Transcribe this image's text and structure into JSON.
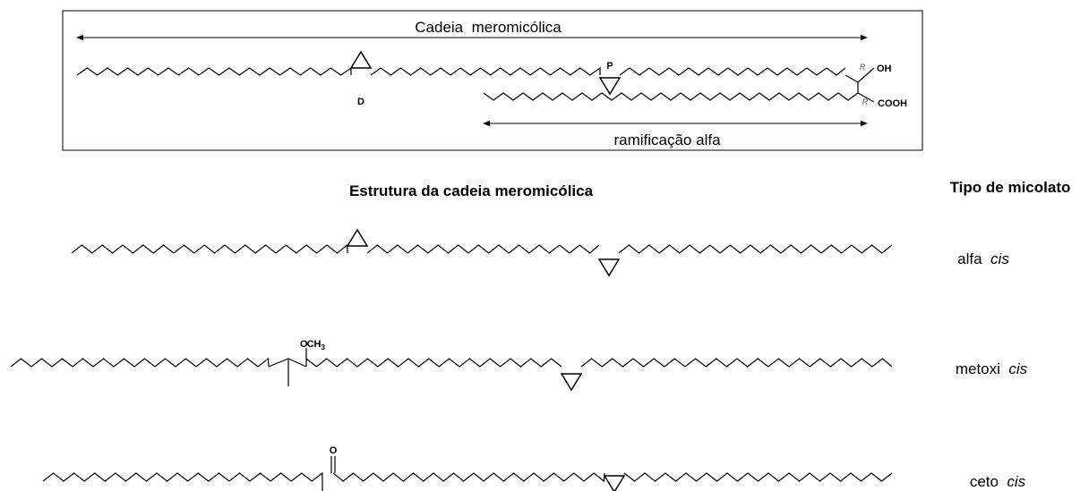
{
  "top_panel": {
    "meromycolic_chain_label": "Cadeia  meromicólica",
    "alpha_branch_label": "ramificação alfa",
    "distal_label": "D",
    "proximal_label": "P",
    "stereo_upper": "R",
    "stereo_lower": "R",
    "hydroxyl_group": "OH",
    "carboxyl_group": "COOH"
  },
  "section_title": "Estrutura da cadeia meromicólica",
  "type_column_header": "Tipo de micolato",
  "rows": [
    {
      "name": "alfa",
      "qualifier": "cis"
    },
    {
      "name": "metoxi",
      "qualifier": "cis"
    },
    {
      "name": "ceto",
      "qualifier": "cis"
    }
  ],
  "methoxy_group": {
    "atom": "O",
    "group": "CH",
    "subscript": "3"
  },
  "keto_group": {
    "atom": "O"
  }
}
